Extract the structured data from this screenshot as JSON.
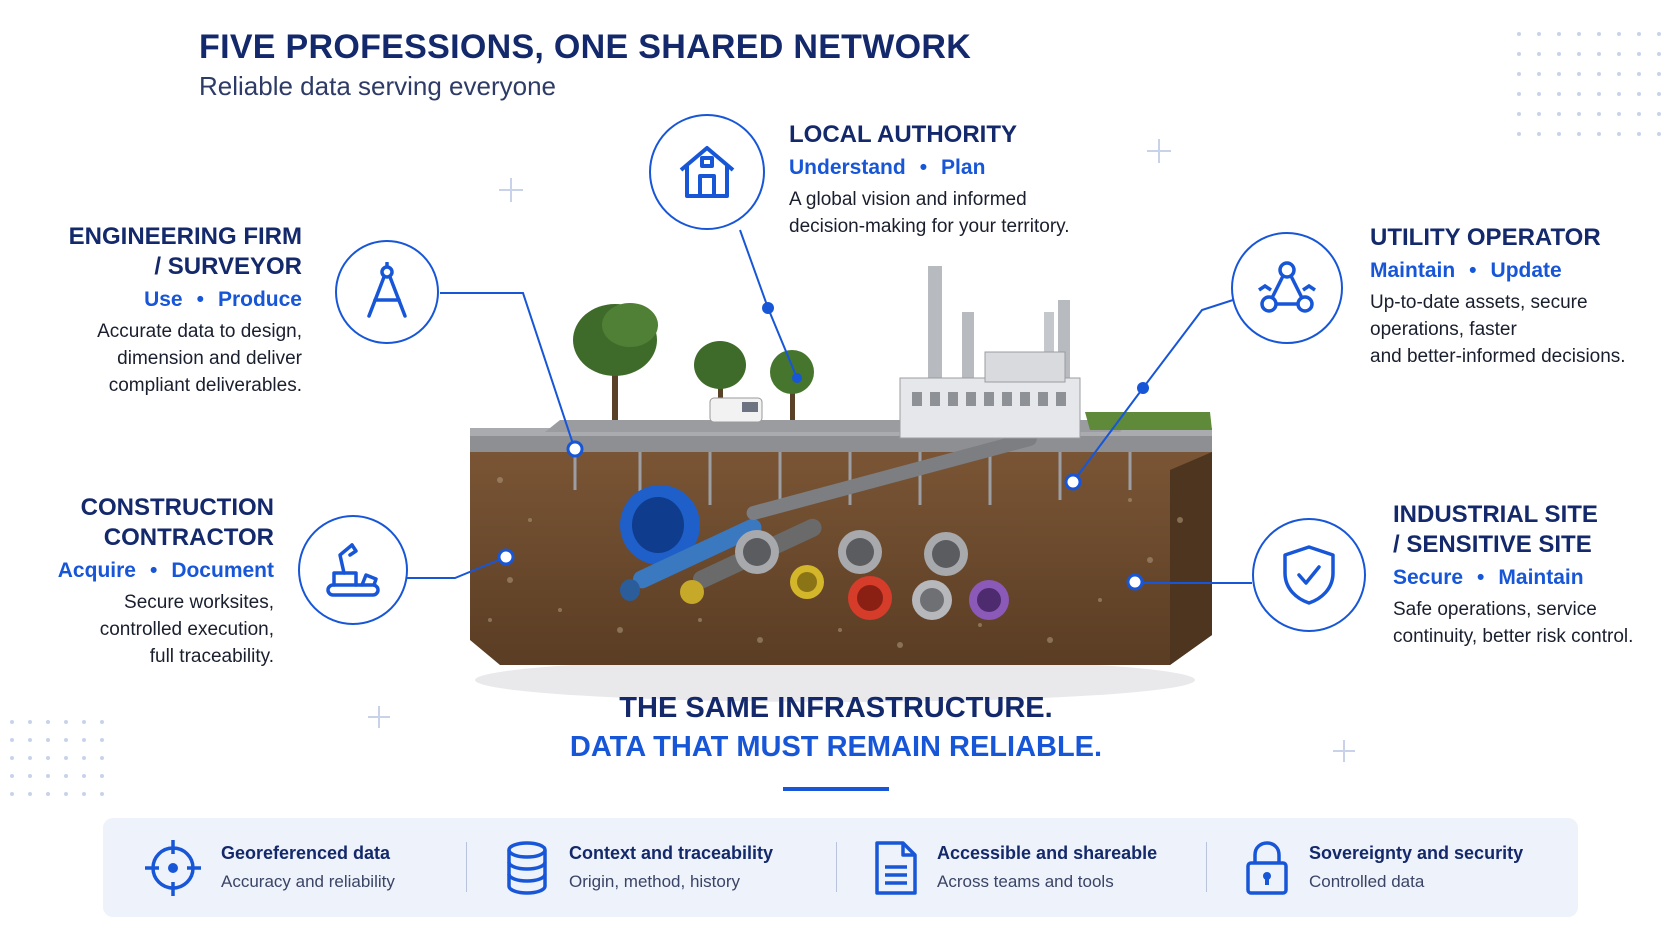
{
  "header": {
    "title": "FIVE PROFESSIONS, ONE SHARED NETWORK",
    "subtitle": "Reliable data serving everyone"
  },
  "professions": [
    {
      "title_lines": [
        "LOCAL AUTHORITY"
      ],
      "verbs": [
        "Understand",
        "Plan"
      ],
      "desc_lines": [
        "A global vision and informed",
        "decision-making for your territory."
      ],
      "icon": "house-icon"
    },
    {
      "title_lines": [
        "ENGINEERING FIRM",
        "/ SURVEYOR"
      ],
      "verbs": [
        "Use",
        "Produce"
      ],
      "desc_lines": [
        "Accurate data to design,",
        "dimension and deliver",
        "compliant deliverables."
      ],
      "icon": "compass-icon"
    },
    {
      "title_lines": [
        "UTILITY OPERATOR"
      ],
      "verbs": [
        "Maintain",
        "Update"
      ],
      "desc_lines": [
        "Up-to-date assets, secure",
        "operations, faster",
        "and better-informed decisions."
      ],
      "icon": "network-nodes-icon"
    },
    {
      "title_lines": [
        "CONSTRUCTION",
        "CONTRACTOR"
      ],
      "verbs": [
        "Acquire",
        "Document"
      ],
      "desc_lines": [
        "Secure worksites,",
        "controlled execution,",
        "full traceability."
      ],
      "icon": "excavator-icon"
    },
    {
      "title_lines": [
        "INDUSTRIAL SITE",
        "/ SENSITIVE SITE"
      ],
      "verbs": [
        "Secure",
        "Maintain"
      ],
      "desc_lines": [
        "Safe operations, service",
        "continuity, better risk control."
      ],
      "icon": "shield-icon"
    }
  ],
  "tagline": {
    "line1": "THE SAME INFRASTRUCTURE.",
    "line2": "DATA THAT MUST REMAIN RELIABLE."
  },
  "features": [
    {
      "title": "Georeferenced data",
      "subtitle": "Accuracy and reliability",
      "icon": "crosshair-icon"
    },
    {
      "title": "Context and traceability",
      "subtitle": "Origin, method, history",
      "icon": "database-icon"
    },
    {
      "title": "Accessible and shareable",
      "subtitle": "Across teams and tools",
      "icon": "document-icon"
    },
    {
      "title": "Sovereignty and security",
      "subtitle": "Controlled data",
      "icon": "lock-icon"
    }
  ],
  "colors": {
    "navy": "#13296b",
    "accent_blue": "#1856d8",
    "soil": "#6b4a2e",
    "feature_bar": "#eef2fa"
  }
}
